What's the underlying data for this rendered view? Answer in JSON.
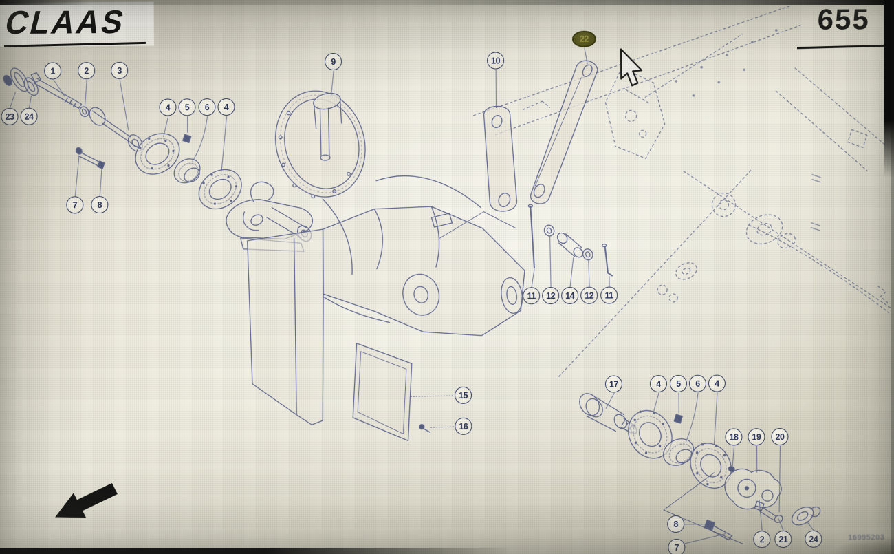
{
  "header": {
    "brand": "CLAAS",
    "page_number": "655"
  },
  "footer": {
    "drawing_number": "16995203"
  },
  "colors": {
    "highlight_fill": "#565515",
    "line_ink": "#4b5484",
    "page_background": "#e9e6d8",
    "logo": "#0d0d0d"
  },
  "icons": {
    "cursor": "arrow-pointer",
    "navigation": "thick-arrow-down-left"
  },
  "callouts": [
    {
      "label": "23"
    },
    {
      "label": "24"
    },
    {
      "label": "1"
    },
    {
      "label": "2"
    },
    {
      "label": "3"
    },
    {
      "label": "4"
    },
    {
      "label": "5"
    },
    {
      "label": "6"
    },
    {
      "label": "4"
    },
    {
      "label": "7"
    },
    {
      "label": "8"
    },
    {
      "label": "9"
    },
    {
      "label": "10"
    },
    {
      "label": "22",
      "highlighted": true
    },
    {
      "label": "11"
    },
    {
      "label": "12"
    },
    {
      "label": "14"
    },
    {
      "label": "12"
    },
    {
      "label": "11"
    },
    {
      "label": "15"
    },
    {
      "label": "16"
    },
    {
      "label": "17"
    },
    {
      "label": "4"
    },
    {
      "label": "5"
    },
    {
      "label": "6"
    },
    {
      "label": "4"
    },
    {
      "label": "18"
    },
    {
      "label": "19"
    },
    {
      "label": "20"
    },
    {
      "label": "8"
    },
    {
      "label": "7"
    },
    {
      "label": "2"
    },
    {
      "label": "21"
    },
    {
      "label": "24"
    }
  ]
}
